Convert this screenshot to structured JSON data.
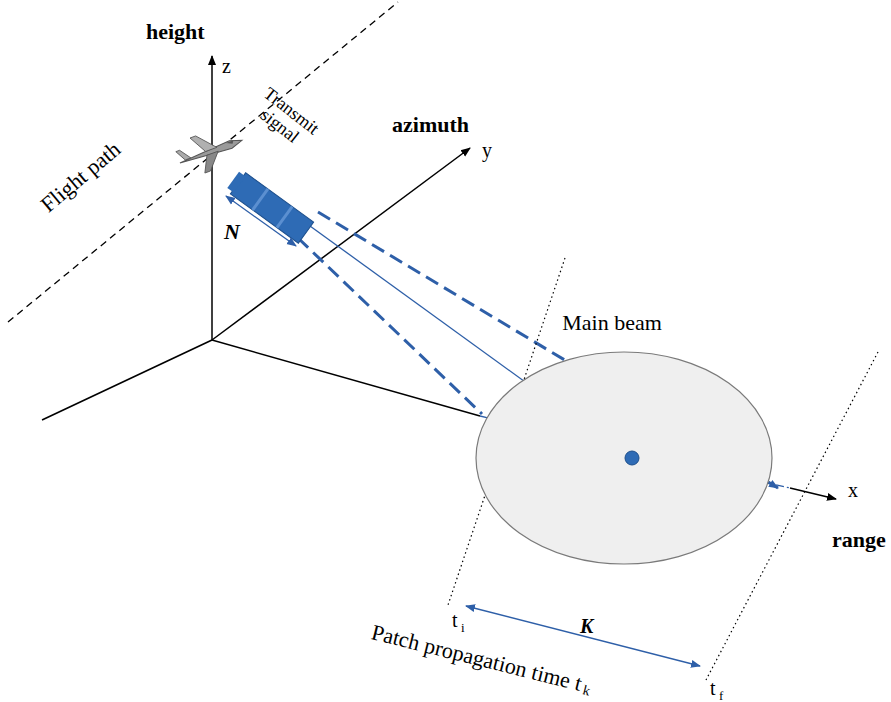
{
  "diagram": {
    "nodes": [
      {
        "text": [
          "Main beam"
        ]
      }
    ],
    "edges": [],
    "labels": [
      "height",
      "z",
      "azimuth",
      "y",
      "Flight path",
      "Transmit signal",
      "N",
      "x",
      "range",
      "t",
      "i",
      "K",
      "Patch propagation time t",
      "k",
      "t",
      "f"
    ]
  }
}
